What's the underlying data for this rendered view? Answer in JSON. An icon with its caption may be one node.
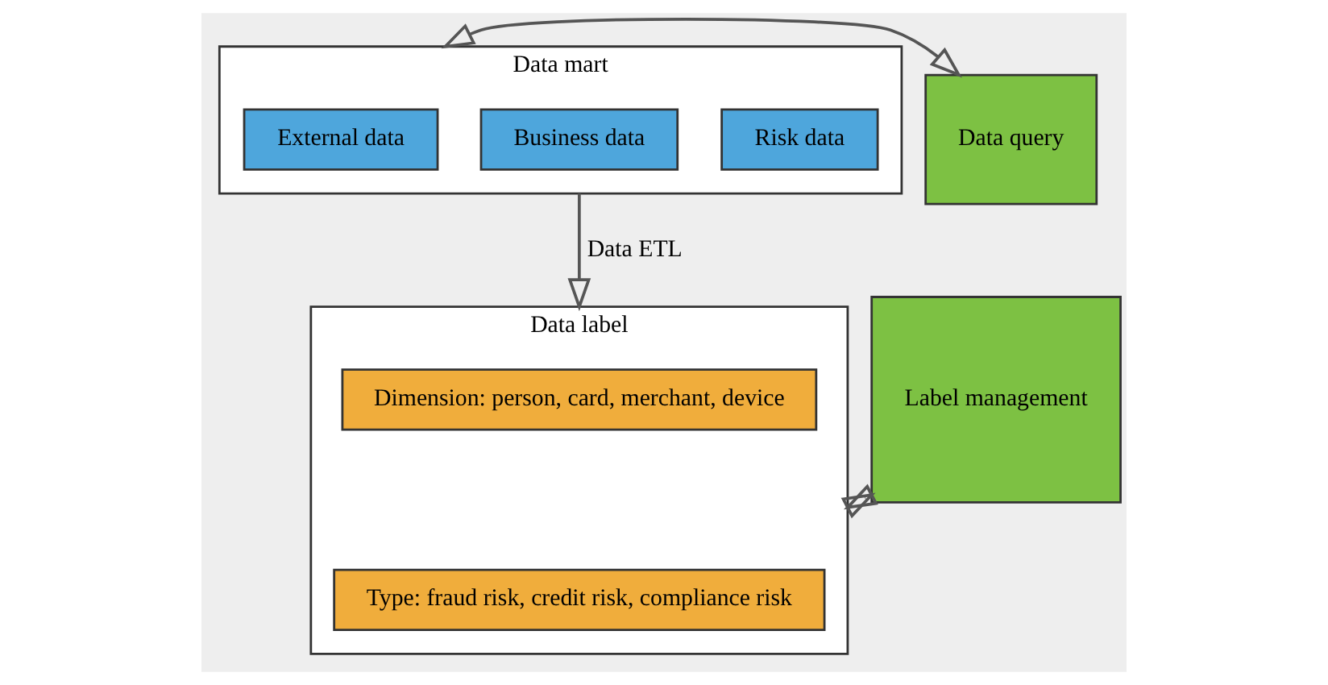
{
  "diagram": {
    "nodes": [
      {
        "text": [
          "Data mart"
        ]
      },
      {
        "text": [
          "Risk data"
        ],
        "in": 0
      },
      {
        "text": [
          "Business data"
        ],
        "in": 0
      },
      {
        "text": [
          "External data"
        ],
        "in": 0
      },
      {
        "text": [
          "Data query"
        ]
      },
      {
        "text": [
          "Data label"
        ]
      },
      {
        "text": [
          "Dimension: person, card, merchant, device"
        ],
        "in": 5
      },
      {
        "text": [
          "Type: fraud risk, credit risk, compliance risk"
        ],
        "in": 5
      },
      {
        "text": [
          "Label management"
        ]
      }
    ],
    "edges": [
      {
        "from": 0,
        "to": 4,
        "arrow": "both"
      },
      {
        "from": 0,
        "to": 5,
        "arrow": "to",
        "label": "Data ETL"
      },
      {
        "from": 5,
        "to": 8,
        "arrow": "both"
      }
    ]
  }
}
